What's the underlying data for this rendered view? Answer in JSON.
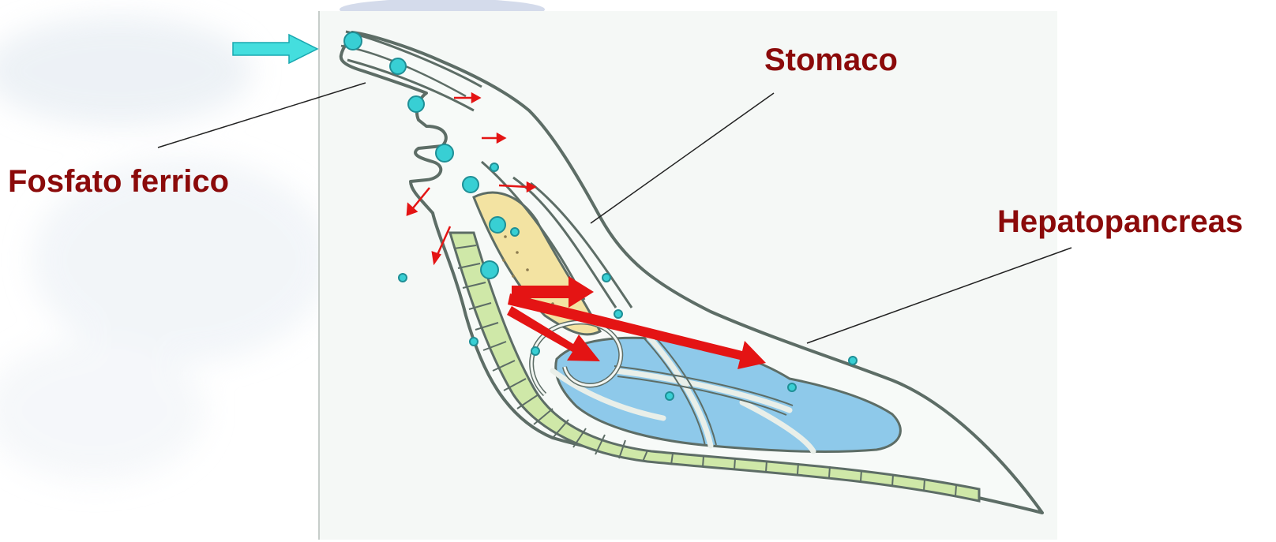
{
  "labels": {
    "fosfato": "Fosfato ferrico",
    "stomaco": "Stomaco",
    "hepatopancreas": "Hepatopancreas"
  },
  "colors": {
    "label_text": "#8b0a0a",
    "outline": "#5d6d66",
    "particle": "#38cfd4",
    "arrow": "#e41414",
    "entry_arrow": "#44dede",
    "hepatopancreas_fill": "#8ec9ea",
    "crop_fill": "#f3e3a2",
    "intestine_fill": "#cfe8a8",
    "panel_bg": "#f5f8f6"
  }
}
